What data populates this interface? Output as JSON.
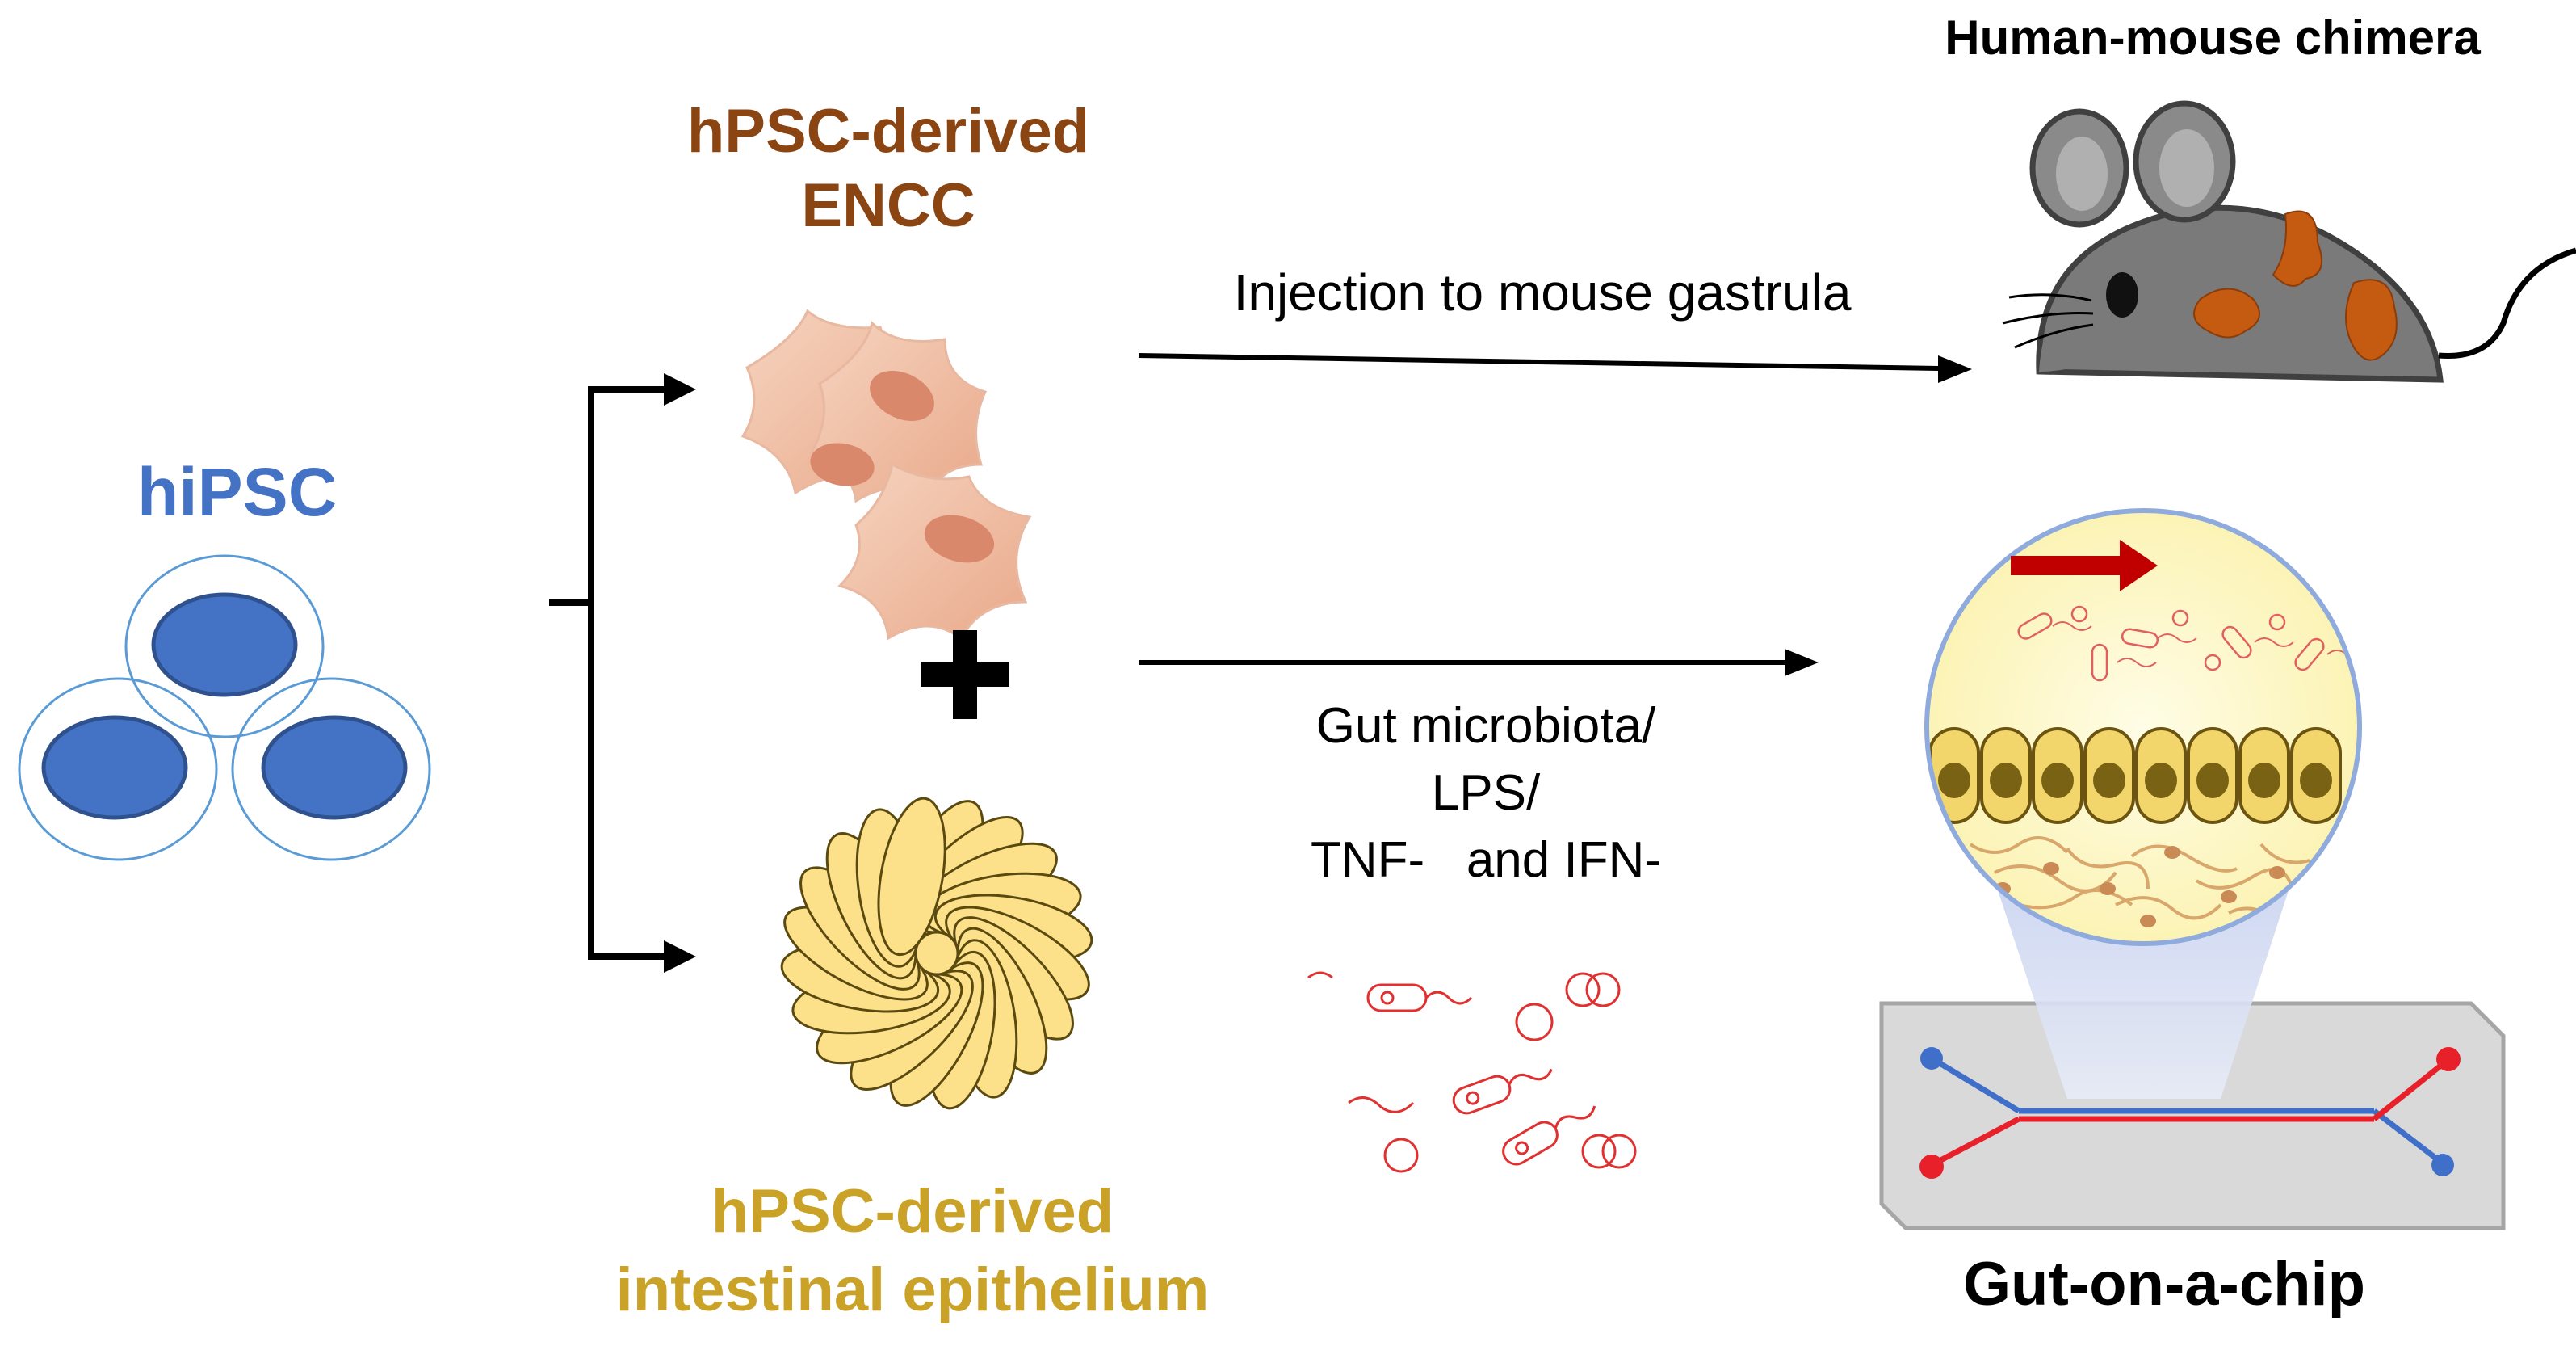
{
  "colors": {
    "hipsc": "#4472c4",
    "encc": "#8b4513",
    "epithelium": "#c9a227",
    "mouse_body": "#737373",
    "mouse_patches": "#c55a11",
    "cell_nucleus": "#4472c4",
    "bacteria": "#e03030",
    "chip_blue": "#3f6fc8",
    "chip_red": "#e8202a",
    "flow_arrow": "#c00000",
    "black": "#000000"
  },
  "labels": {
    "hipsc": "hiPSC",
    "encc_line1": "hPSC-derived",
    "encc_line2": "ENCC",
    "epi_line1": "hPSC-derived",
    "epi_line2": "intestinal epithelium",
    "chimera": "Human-mouse chimera",
    "injection": "Injection to mouse gastrula",
    "stim_line1": "Gut microbiota/",
    "stim_line2": "LPS/",
    "stim_line3": "TNF-   and IFN-",
    "chip": "Gut-on-a-chip"
  },
  "icons": {
    "plus": "plus-icon",
    "mouse": "mouse-icon",
    "flow": "flow-arrow-icon"
  }
}
